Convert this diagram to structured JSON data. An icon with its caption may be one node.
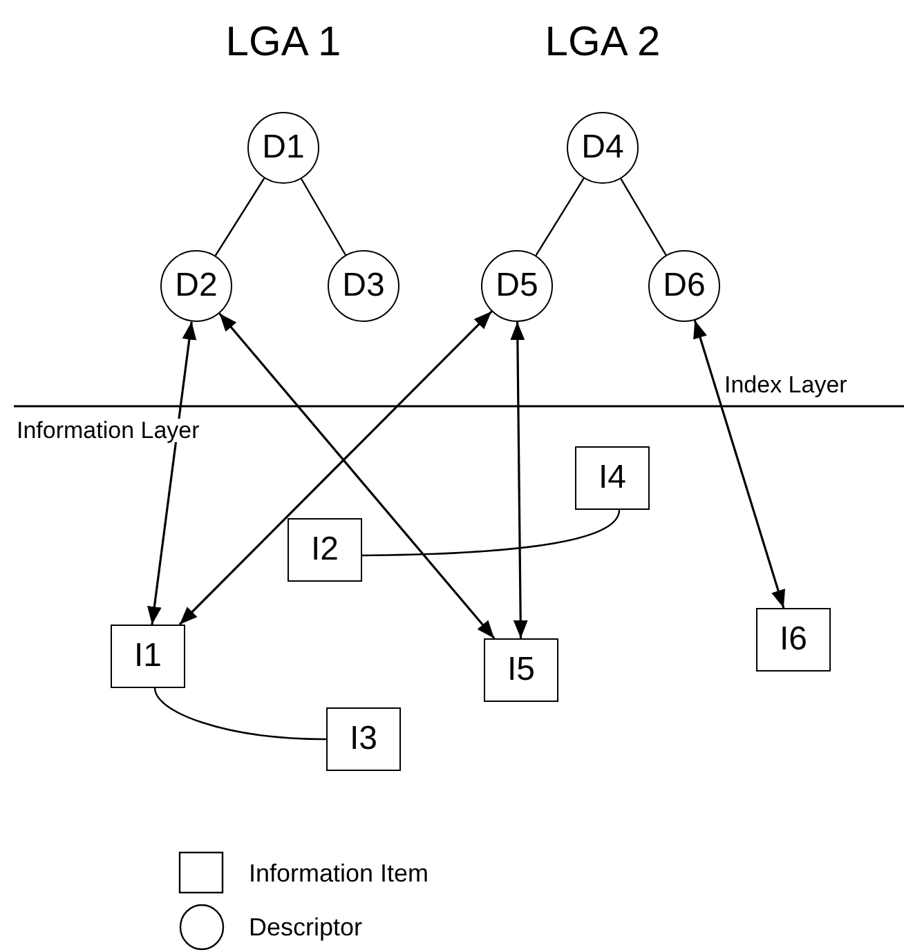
{
  "diagram": {
    "nodes": [
      {
        "text": [
          "D1"
        ]
      },
      {
        "text": [
          "D2"
        ]
      },
      {
        "text": [
          "D3"
        ]
      },
      {
        "text": [
          "D4"
        ]
      },
      {
        "text": [
          "D5"
        ]
      },
      {
        "text": [
          "D6"
        ]
      },
      {
        "text": [
          "I1"
        ]
      },
      {
        "text": [
          "I2"
        ]
      },
      {
        "text": [
          "I3"
        ]
      },
      {
        "text": [
          "I4"
        ]
      },
      {
        "text": [
          "I5"
        ]
      },
      {
        "text": [
          "I6"
        ]
      }
    ],
    "edges": [
      {
        "from": 0,
        "to": 1,
        "arrow": "none"
      },
      {
        "from": 0,
        "to": 2,
        "arrow": "none"
      },
      {
        "from": 3,
        "to": 4,
        "arrow": "none"
      },
      {
        "from": 3,
        "to": 5,
        "arrow": "none"
      },
      {
        "from": 1,
        "to": 6,
        "arrow": "both"
      },
      {
        "from": 1,
        "to": 10,
        "arrow": "both"
      },
      {
        "from": 4,
        "to": 6,
        "arrow": "both"
      },
      {
        "from": 4,
        "to": 10,
        "arrow": "both"
      },
      {
        "from": 5,
        "to": 11,
        "arrow": "both"
      },
      {
        "from": 7,
        "to": 9,
        "arrow": "none"
      },
      {
        "from": 6,
        "to": 8,
        "arrow": "none"
      }
    ],
    "labels": [
      "LGA 1",
      "LGA 2",
      "Index Layer",
      "Information Layer"
    ],
    "legend": [
      {
        "text": "Information Item"
      },
      {
        "text": "Descriptor"
      }
    ]
  }
}
